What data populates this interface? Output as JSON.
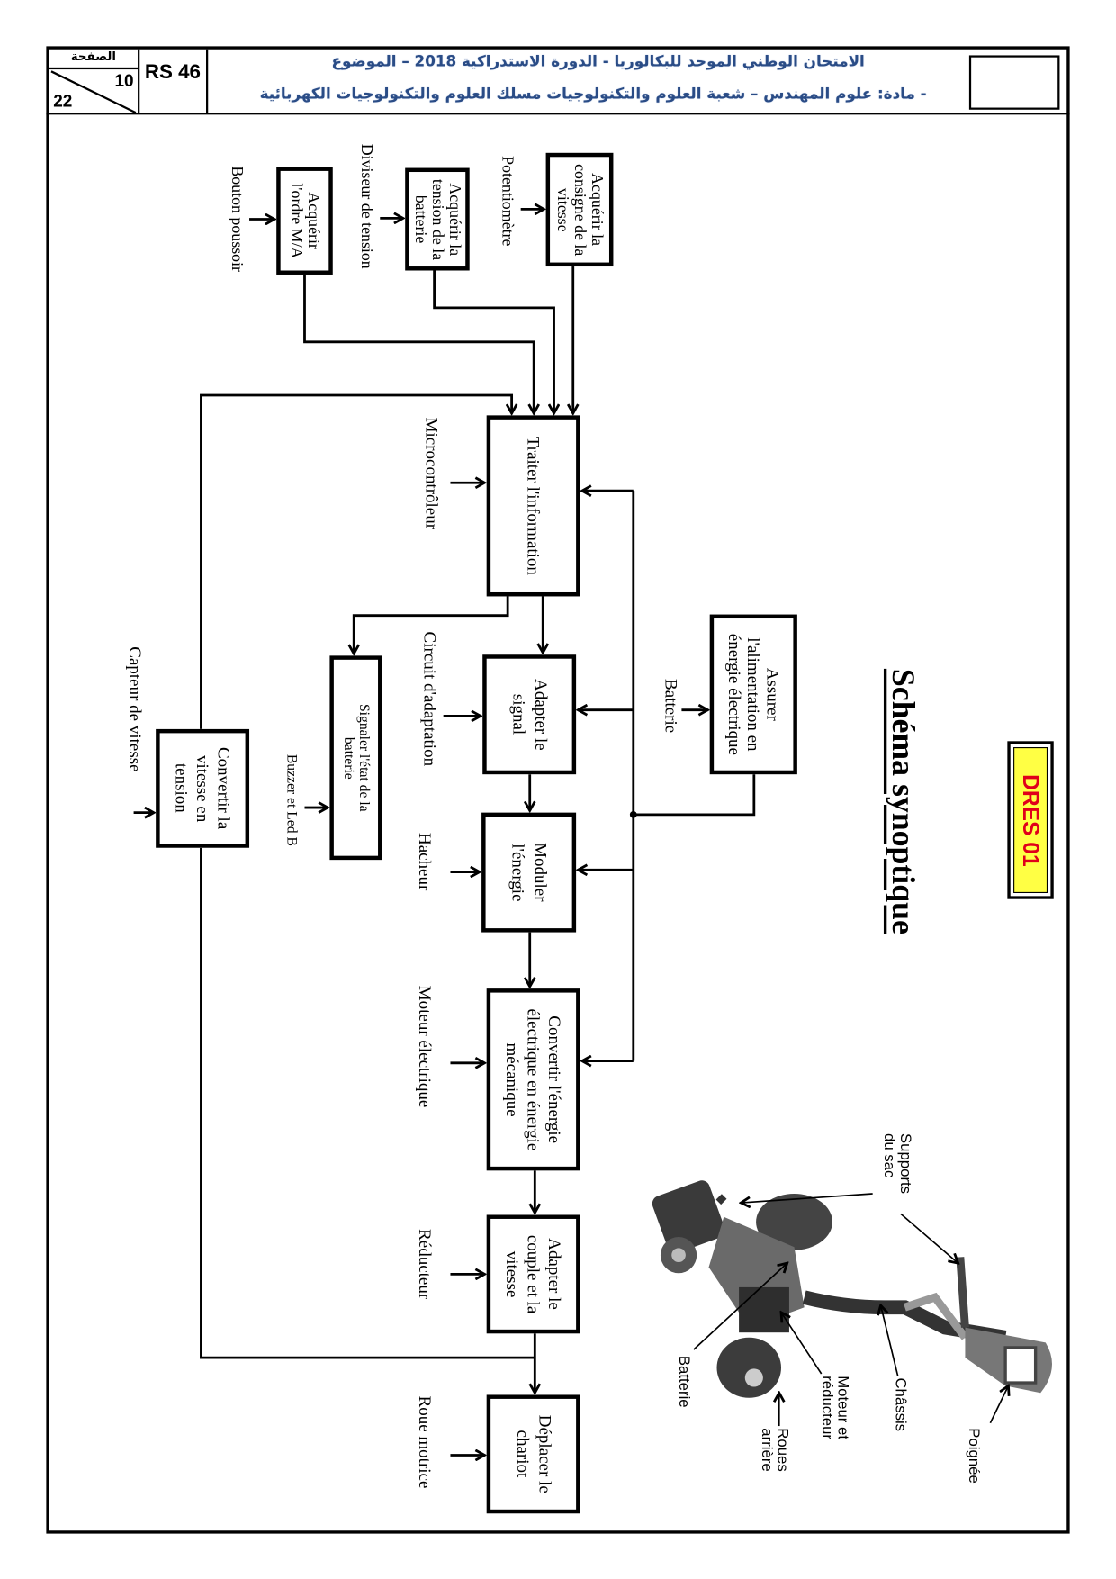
{
  "header": {
    "page_label": "الصفحة",
    "page_current": "10",
    "page_total": "22",
    "code": "RS 46",
    "line1": "الامتحان الوطني الموحد للبكالوريا - الدورة الاستدراكية 2018 – الموضوع",
    "line2": "- مادة: علوم المهندس – شعبة العلوم والتكنولوجيات مسلك العلوم والتكنولوجيات الكهربائية"
  },
  "doc_badge": {
    "label": "DRES 01",
    "bg": "#ffff44",
    "text_color": "#e0001a"
  },
  "title": "Schéma synoptique",
  "functions": {
    "consigne": "Acquérir la consigne de la vitesse",
    "tension": "Acquérir la tension de la batterie",
    "ordre": "Acquérir l'ordre M/A",
    "traiter": "Traiter l'information",
    "alimentation": "Assurer l'alimentation en énergie électrique",
    "adapter_signal": "Adapter le signal",
    "signaler": "Signaler l'état de la batterie",
    "moduler": "Moduler l'énergie",
    "convertir_vitesse": "Convertir la vitesse en tension",
    "convertir_energie": "Convertir l'énergie électrique en énergie mécanique",
    "adapter_couple": "Adapter le couple et la vitesse",
    "deplacer": "Déplacer le chariot"
  },
  "components": {
    "potentiometre": "Potentiomètre",
    "diviseur": "Diviseur de tension",
    "bouton": "Bouton poussoir",
    "microcontroleur": "Microcontrôleur",
    "batterie": "Batterie",
    "circuit": "Circuit d'adaptation",
    "buzzer": "Buzzer et Led B",
    "hacheur": "Hacheur",
    "capteur": "Capteur de vitesse",
    "moteur": "Moteur électrique",
    "reducteur": "Réducteur",
    "roue": "Roue motrice"
  },
  "photo_labels": {
    "supports": "Supports du sac",
    "poignee": "Poignée",
    "chassis": "Châssis",
    "moteur": "Moteur et réducteur",
    "roues": "Roues arrière",
    "batterie": "Batterie"
  }
}
